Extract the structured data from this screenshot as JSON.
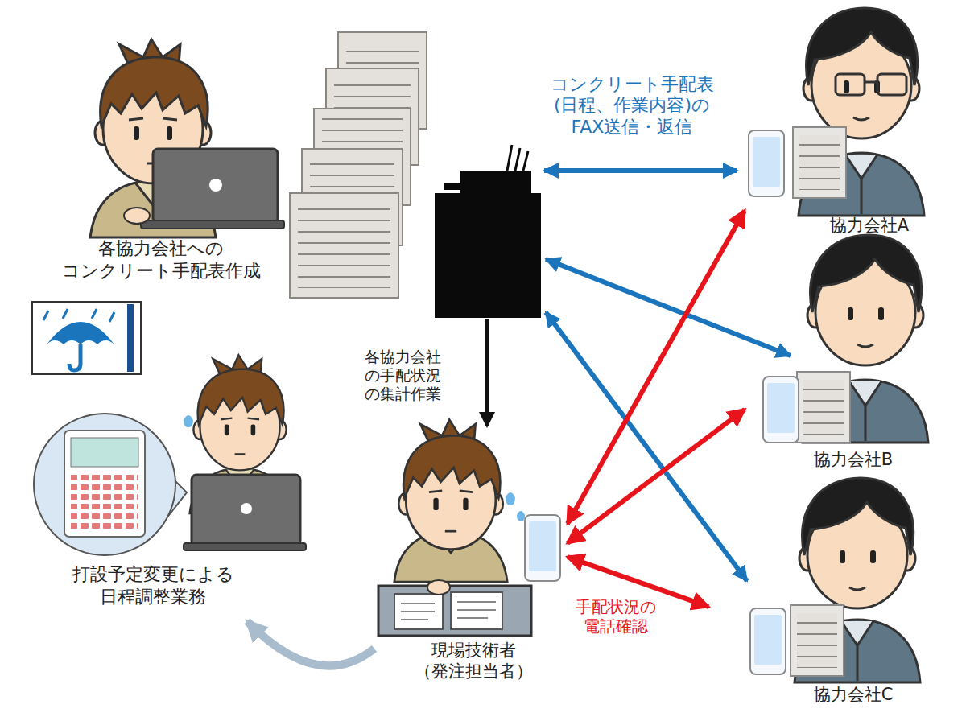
{
  "diagram": {
    "nodes": [
      {
        "text": [
          "各協力会社への コンクリート手配表作成"
        ]
      },
      {
        "text": [
          "協力会社A"
        ]
      },
      {
        "text": [
          "協力会社B"
        ]
      },
      {
        "text": [
          "協力会社C"
        ]
      },
      {
        "text": [
          "現場技術者 （発注担当者）"
        ]
      },
      {
        "text": [
          "打設予定変更による 日程調整業務"
        ]
      }
    ],
    "edges": [
      {
        "from": 4,
        "to": 1,
        "arrow": "both"
      },
      {
        "from": 4,
        "to": 2,
        "arrow": "both"
      },
      {
        "from": 4,
        "to": 3,
        "arrow": "both",
        "label": "手配状況の 電話確認"
      },
      {
        "from": 4,
        "to": 5,
        "arrow": "to"
      }
    ],
    "labels": [
      "コンクリート手配表 (日程、作業内容)の FAX送信・返信",
      "各協力会社 の手配状況 の集計作業"
    ]
  }
}
